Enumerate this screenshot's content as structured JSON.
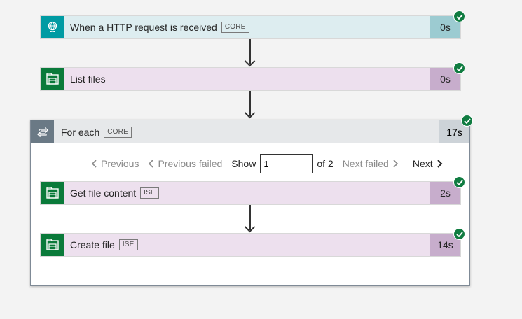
{
  "steps": {
    "trigger": {
      "title": "When a HTTP request is received",
      "tag": "CORE",
      "duration": "0s"
    },
    "list_files": {
      "title": "List files",
      "duration": "0s"
    },
    "for_each": {
      "title": "For each",
      "tag": "CORE",
      "duration": "17s"
    },
    "get_file_content": {
      "title": "Get file content",
      "tag": "ISE",
      "duration": "2s"
    },
    "create_file": {
      "title": "Create file",
      "tag": "ISE",
      "duration": "14s"
    }
  },
  "pager": {
    "previous": "Previous",
    "previous_failed": "Previous failed",
    "show": "Show",
    "current_value": "1",
    "of": "of 2",
    "next_failed": "Next failed",
    "next": "Next"
  },
  "colors": {
    "trigger_bg": "#ddedf0",
    "trigger_icon": "#009ba3",
    "trigger_dur": "#9ccbd1",
    "sharepoint_bg": "#ede0ee",
    "sharepoint_icon": "#0a7a3a",
    "sharepoint_dur": "#c7adcc",
    "success": "#107c41"
  },
  "icons": {
    "trigger": "globe-hand-icon",
    "sharepoint": "sharepoint-folder-icon",
    "loop": "loop-icon",
    "status": "checkmark-icon"
  }
}
